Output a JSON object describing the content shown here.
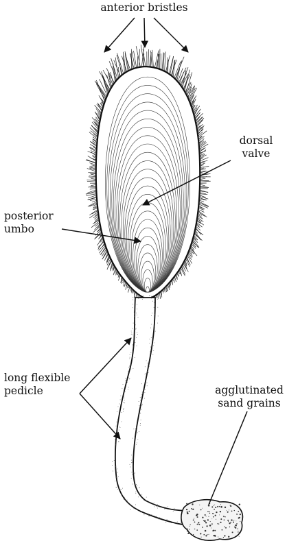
{
  "labels": {
    "anterior_bristles": "anterior bristles",
    "dorsal_valve": [
      "dorsal",
      "valve"
    ],
    "posterior_umbo": [
      "posterior",
      "umbo"
    ],
    "pedicle": [
      "long flexible",
      "pedicle"
    ],
    "sand_grains": [
      "agglutinated",
      "sand grains"
    ]
  },
  "colors": {
    "ink": "#111111",
    "paper": "#ffffff"
  }
}
